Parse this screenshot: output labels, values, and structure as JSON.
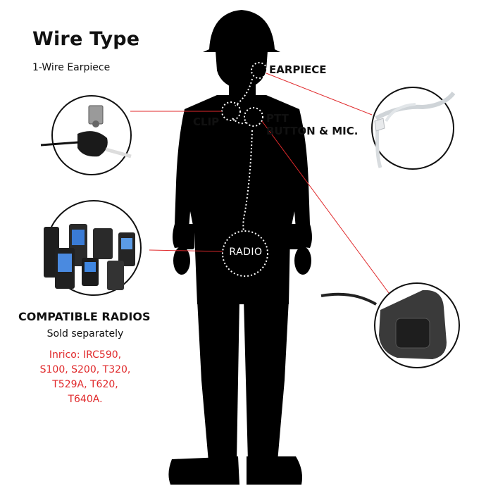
{
  "header": {
    "title": "Wire Type",
    "subtitle": "1-Wire Earpiece"
  },
  "callouts": {
    "earpiece": "EARPIECE",
    "clip": "CLIP",
    "ptt_line1": "PTT",
    "ptt_line2": "BUTTON & MIC.",
    "radio": "RADIO"
  },
  "compatible": {
    "title": "COMPATIBLE RADIOS",
    "subtitle": "Sold separately",
    "models": [
      "Inrico: IRC590,",
      "S100, S200, T320,",
      "T529A, T620,",
      "T640A."
    ]
  },
  "colors": {
    "accent": "#e0292b",
    "silhouette": "#000000",
    "text": "#111111"
  }
}
